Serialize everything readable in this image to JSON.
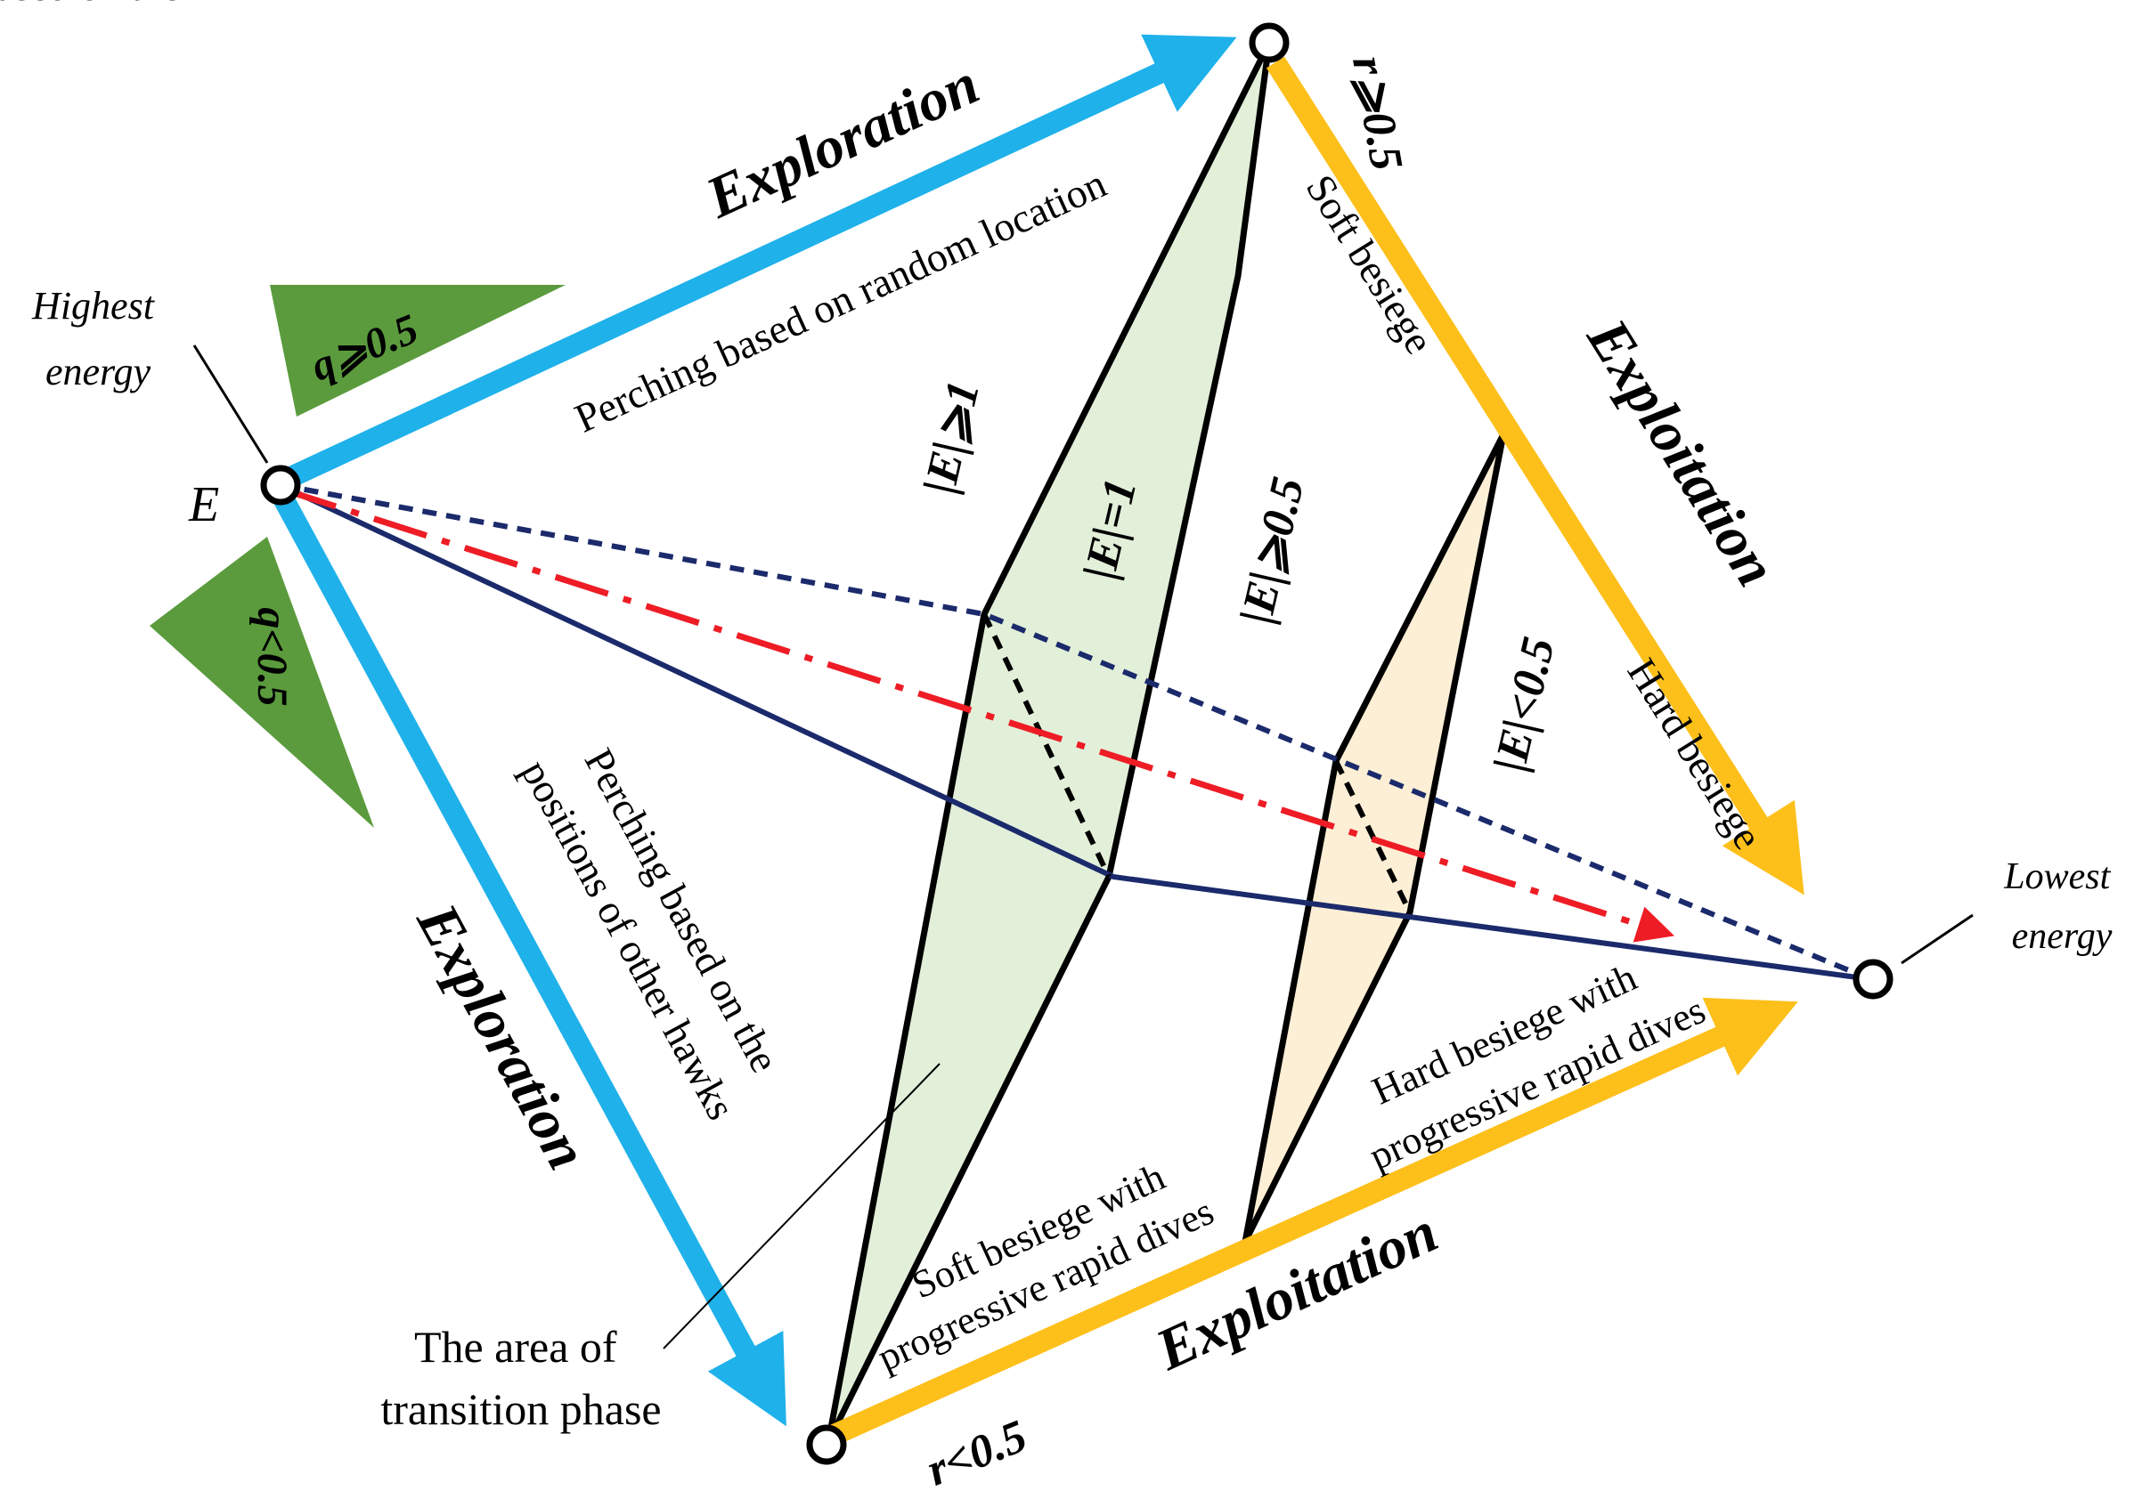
{
  "labels": {
    "highest_energy_1": "Highest",
    "highest_energy_2": "energy",
    "energy_symbol": "E",
    "lowest_energy_1": "Lowest",
    "lowest_energy_2": "energy",
    "exploration_top": "Exploration",
    "exploration_left": "Exploration",
    "exploitation_right": "Exploitation",
    "exploitation_bottom": "Exploitation",
    "perching_random": "Perching based on random location",
    "perching_others_1": "Perching based on the",
    "perching_others_2": "positions of other hawks",
    "soft_besiege": "Soft besiege",
    "hard_besiege": "Hard besiege",
    "soft_besiege_dives_1": "Soft besiege with",
    "soft_besiege_dives_2": "progressive rapid dives",
    "hard_besiege_dives_1": "Hard besiege with",
    "hard_besiege_dives_2": "progressive rapid dives",
    "transition_area_1": "The area of",
    "transition_area_2": "transition phase",
    "q_ge": "q⩾0.5",
    "q_lt": "q<0.5",
    "r_ge": "r⩾0.5",
    "r_lt": "r<0.5",
    "E_ge_1": "|E|⩾1",
    "E_eq_1": "|E|=1",
    "E_ge_05": "|E|⩾0.5",
    "E_lt_05": "|E|<0.5"
  },
  "colors": {
    "exploration": "#1fb1ea",
    "exploitation": "#fdbf1a",
    "green_triangle": "#5b9b3d",
    "transition_green": "#e2efd9",
    "transition_orange": "#fdefd5",
    "navy": "#1b2a6b",
    "red": "#ee1c25"
  }
}
